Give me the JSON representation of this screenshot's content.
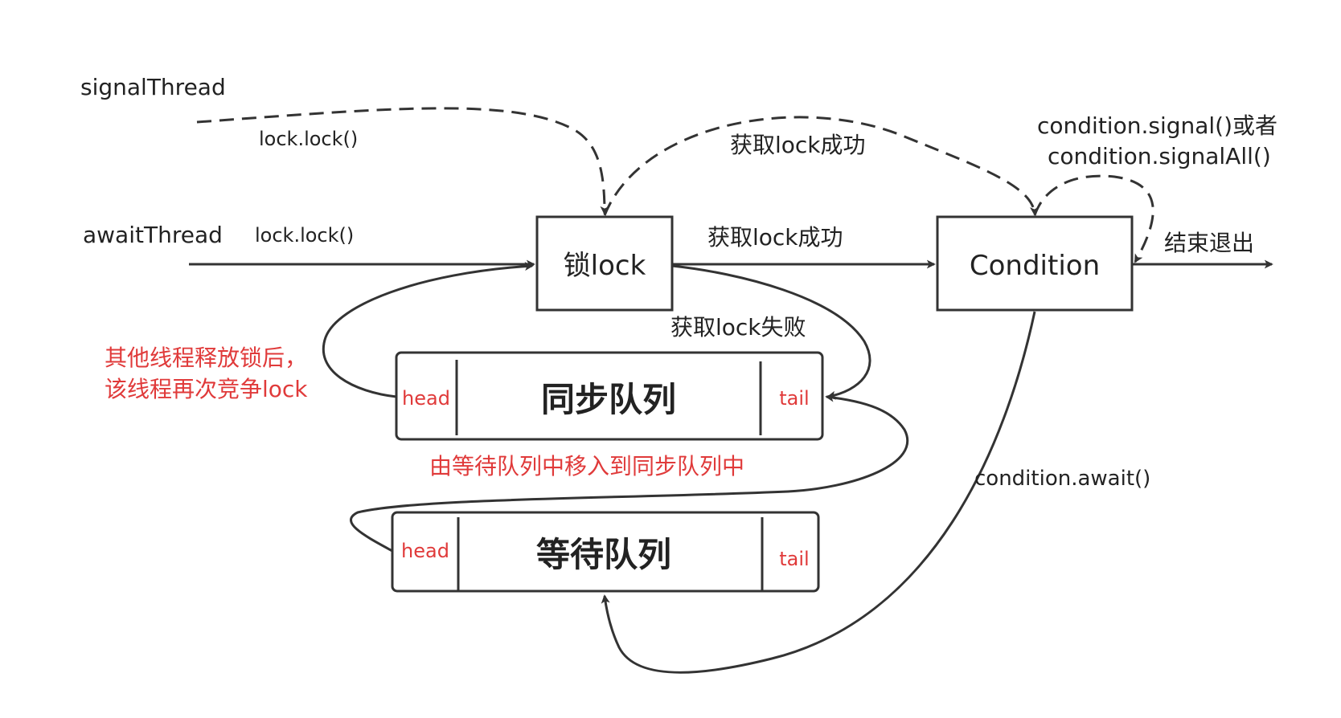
{
  "labels": {
    "signal_thread": "signalThread",
    "await_thread": "awaitThread",
    "signal_lock_call": "lock.lock()",
    "await_lock_call": "lock.lock()",
    "acquire_success_top": "获取lock成功",
    "acquire_success_mid": "获取lock成功",
    "acquire_fail": "获取lock失败",
    "signal_call_line1": "condition.signal()或者",
    "signal_call_line2": "condition.signalAll()",
    "exit": "结束退出",
    "await_call": "condition.await()",
    "recompete_line1": "其他线程释放锁后，",
    "recompete_line2": "该线程再次竞争lock",
    "move_to_sync": "由等待队列中移入到同步队列中"
  },
  "nodes": {
    "lock": "锁lock",
    "condition": "Condition",
    "sync_queue": {
      "title": "同步队列",
      "head": "head",
      "tail": "tail"
    },
    "wait_queue": {
      "title": "等待队列",
      "head": "head",
      "tail": "tail"
    }
  },
  "colors": {
    "stroke": "#333333",
    "text": "#222222",
    "accent_red": "#e03a3a"
  }
}
